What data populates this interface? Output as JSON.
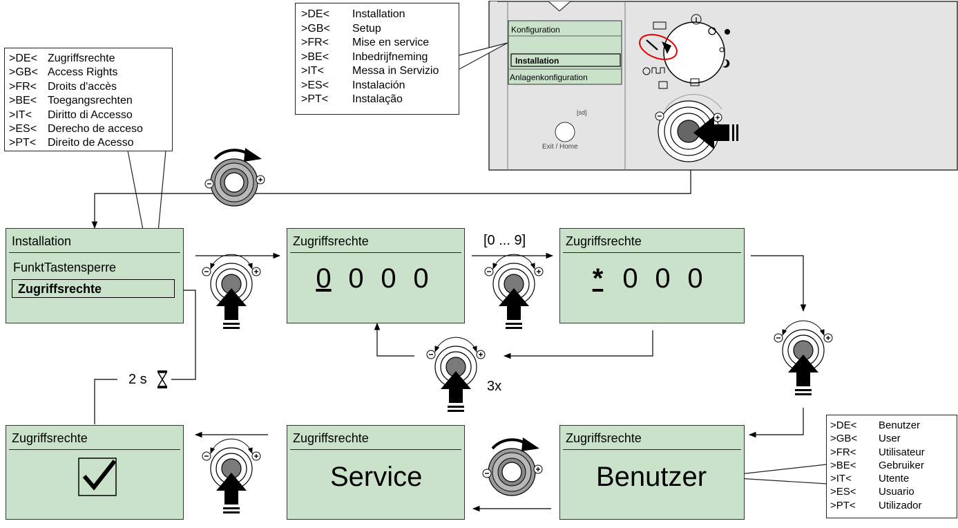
{
  "languages_install": [
    {
      "code": ">DE<",
      "text": "Installation"
    },
    {
      "code": ">GB<",
      "text": "Setup"
    },
    {
      "code": ">FR<",
      "text": "Mise en service"
    },
    {
      "code": ">BE<",
      "text": "Inbedrijfneming"
    },
    {
      "code": ">IT<",
      "text": "Messa in Servizio"
    },
    {
      "code": ">ES<",
      "text": "Instalación"
    },
    {
      "code": ">PT<",
      "text": "Instalação"
    }
  ],
  "languages_access": [
    {
      "code": ">DE<",
      "text": "Zugriffsrechte"
    },
    {
      "code": ">GB<",
      "text": "Access Rights"
    },
    {
      "code": ">FR<",
      "text": "Droits d'accès"
    },
    {
      "code": ">BE<",
      "text": "Toegangsrechten"
    },
    {
      "code": ">IT<",
      "text": "Diritto di Accesso"
    },
    {
      "code": ">ES<",
      "text": "Derecho de acceso"
    },
    {
      "code": ">PT<",
      "text": "Direito de Acesso"
    }
  ],
  "languages_user": [
    {
      "code": ">DE<",
      "text": "Benutzer"
    },
    {
      "code": ">GB<",
      "text": "User"
    },
    {
      "code": ">FR<",
      "text": "Utilisateur"
    },
    {
      "code": ">BE<",
      "text": "Gebruiker"
    },
    {
      "code": ">IT<",
      "text": "Utente"
    },
    {
      "code": ">ES<",
      "text": "Usuario"
    },
    {
      "code": ">PT<",
      "text": "Utilizador"
    }
  ],
  "device": {
    "menu_top": "Konfiguration",
    "menu_selected": "Installation",
    "menu_bottom": "Anlagenkonfiguration",
    "exit_label": "Exit / Home",
    "sd_label": "[sd]"
  },
  "screens": {
    "installation": {
      "title": "Installation",
      "item1": "FunktTastensperre",
      "item2": "Zugriffsrechte"
    },
    "code_initial": {
      "title": "Zugriffsrechte",
      "digits": [
        "0",
        "0",
        "0",
        "0"
      ]
    },
    "code_entered": {
      "title": "Zugriffsrechte",
      "digits": [
        "*",
        "0",
        "0",
        "0"
      ]
    },
    "confirm": {
      "title": "Zugriffsrechte"
    },
    "service": {
      "title": "Zugriffsrechte",
      "value": "Service"
    },
    "user": {
      "title": "Zugriffsrechte",
      "value": "Benutzer"
    }
  },
  "labels": {
    "digit_range": "[0 ... 9]",
    "repeat": "3x",
    "delay": "2 s"
  }
}
